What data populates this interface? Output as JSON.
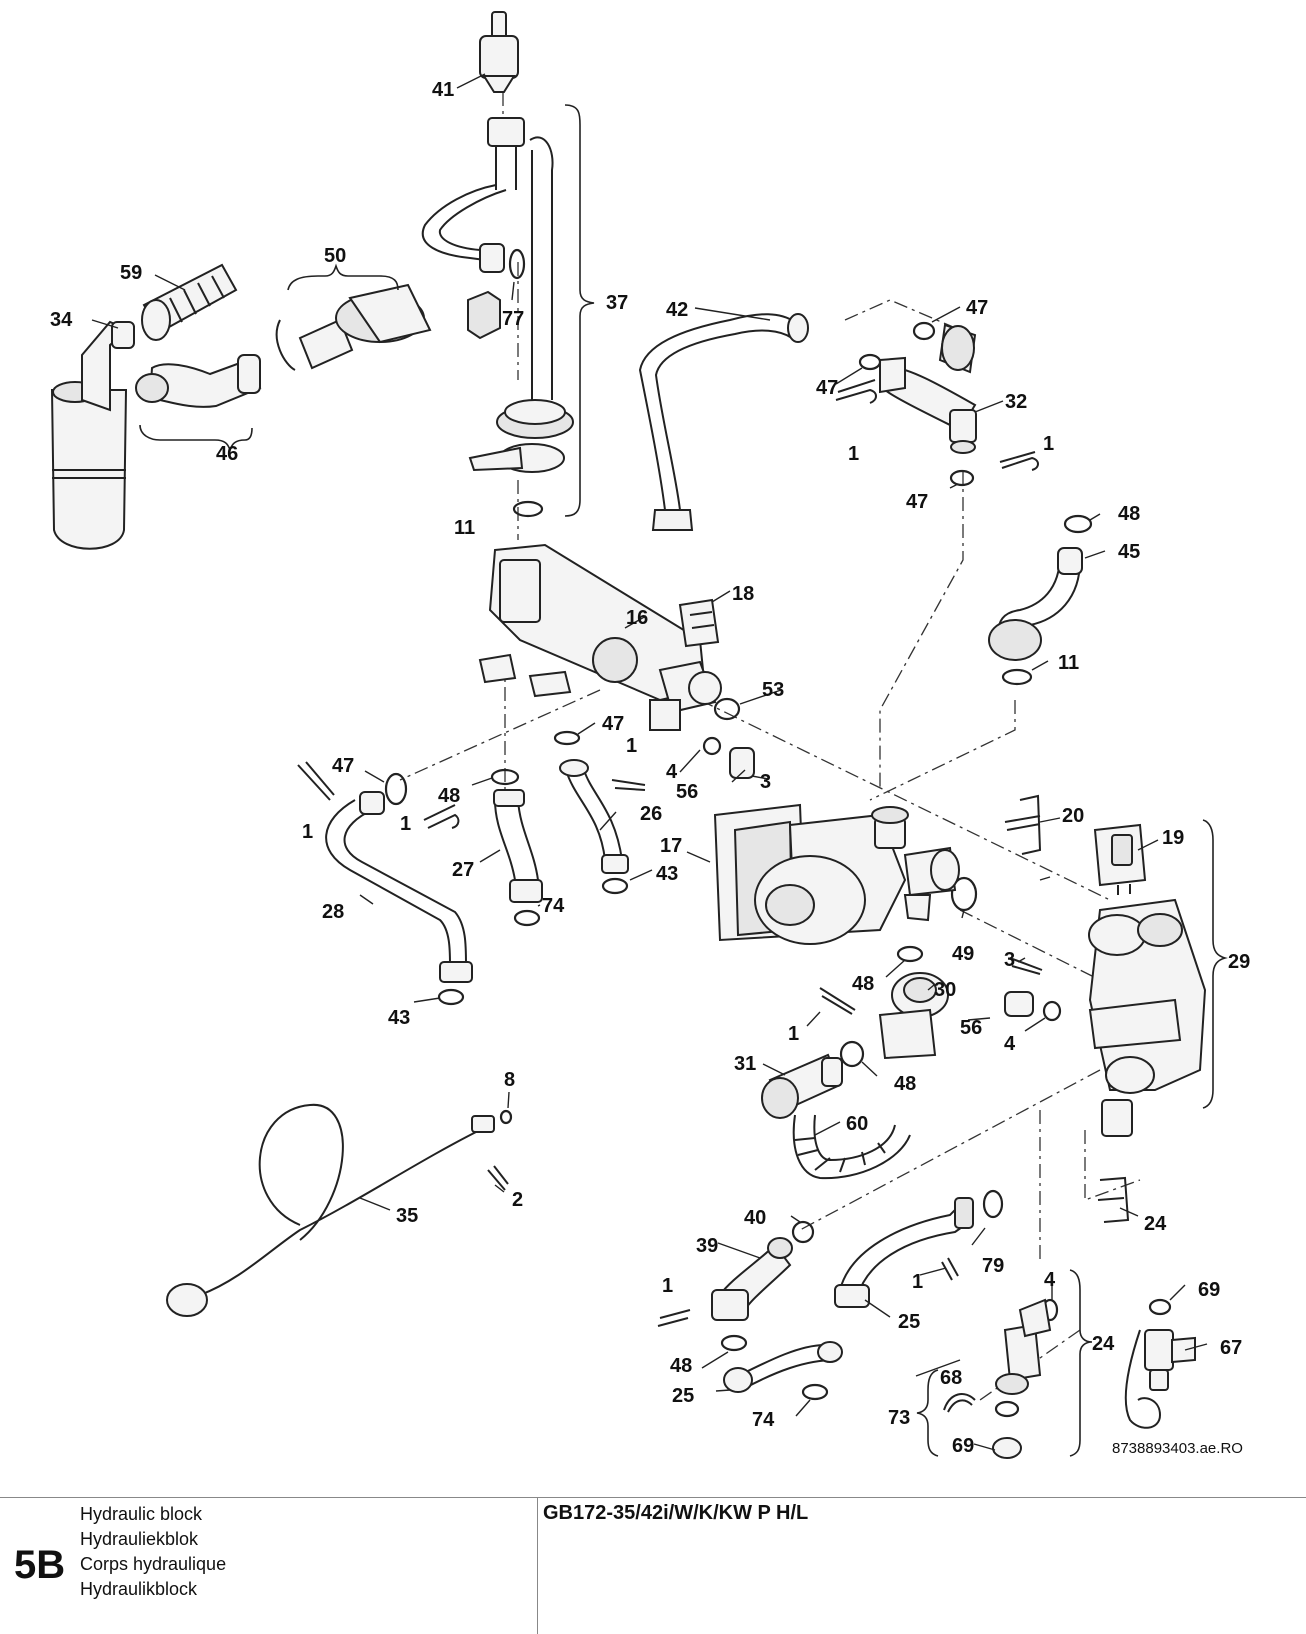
{
  "callouts": {
    "c41": "41",
    "c37": "37",
    "c77": "77",
    "c11a": "11",
    "c11b": "11",
    "c59": "59",
    "c50": "50",
    "c34": "34",
    "c46": "46",
    "c42": "42",
    "c47a": "47",
    "c47b": "47",
    "c47c": "47",
    "c47d": "47",
    "c47e": "47",
    "c32": "32",
    "c1a": "1",
    "c1b": "1",
    "c1c": "1",
    "c1d": "1",
    "c1e": "1",
    "c1f": "1",
    "c1g": "1",
    "c1h": "1",
    "c48a": "48",
    "c48b": "48",
    "c48c": "48",
    "c48d": "48",
    "c48e": "48",
    "c45": "45",
    "c16": "16",
    "c18": "18",
    "c53": "53",
    "c4a": "4",
    "c4b": "4",
    "c4c": "4",
    "c56a": "56",
    "c56b": "56",
    "c3a": "3",
    "c3b": "3",
    "c26": "26",
    "c27": "27",
    "c28": "28",
    "c43a": "43",
    "c43b": "43",
    "c74a": "74",
    "c74b": "74",
    "c17": "17",
    "c20": "20",
    "c19": "19",
    "c29": "29",
    "c49": "49",
    "c30": "30",
    "c31": "31",
    "c60": "60",
    "c8": "8",
    "c2": "2",
    "c35": "35",
    "c40": "40",
    "c39": "39",
    "c79": "79",
    "c24a": "24",
    "c24b": "24",
    "c25a": "25",
    "c25b": "25",
    "c69a": "69",
    "c69b": "69",
    "c67": "67",
    "c68": "68",
    "c73": "73"
  },
  "reference_code": "8738893403.ae.RO",
  "footer": {
    "section": "5B",
    "titles": [
      "Hydraulic block",
      "Hydrauliekblok",
      "Corps hydraulique",
      "Hydraulikblock"
    ],
    "model": "GB172-35/42i/W/K/KW P H/L"
  }
}
